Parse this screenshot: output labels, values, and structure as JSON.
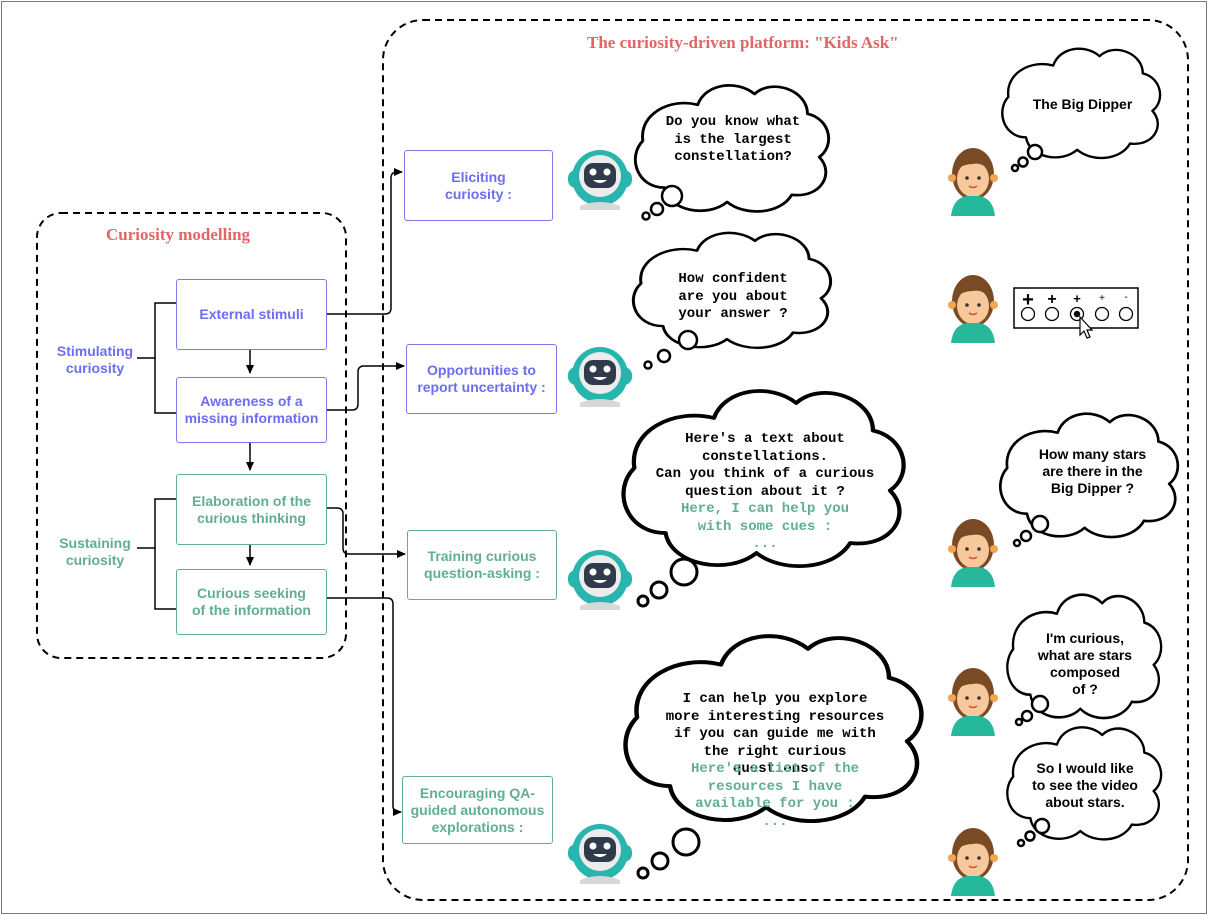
{
  "platform": {
    "title": "The curiosity-driven platform: \"Kids Ask\""
  },
  "modelling": {
    "title": "Curiosity modelling",
    "stimulating_label": "Stimulating\ncuriosity",
    "sustaining_label": "Sustaining\ncuriosity",
    "boxes": {
      "external_stimuli": "External stimuli",
      "awareness": "Awareness of a\nmissing information",
      "elaboration": "Elaboration of the\ncurious thinking",
      "seeking": "Curious seeking\nof the information"
    }
  },
  "stages": {
    "eliciting": "Eliciting\ncuriosity :",
    "uncertainty": "Opportunities to\nreport uncertainty :",
    "training": "Training curious\nquestion-asking :",
    "encouraging": "Encouraging QA-\nguided autonomous\nexplorations :"
  },
  "robot_bubbles": {
    "b1": "Do you know what\nis the largest\nconstellation?",
    "b2": "How confident\nare you about\nyour answer ?",
    "b3_main": "Here's a text about\nconstellations.\nCan you think of a curious\nquestion about it ?",
    "b3_cue": "Here, I can help you\nwith some cues :\n...",
    "b4_main": "I can help you explore\nmore interesting resources\nif you can guide me with\nthe right curious questions.",
    "b4_cue": "Here's a list of the\nresources I have\navailable for you :\n..."
  },
  "child_bubbles": {
    "c1": "The Big Dipper",
    "c3": "How many stars\nare there in the\nBig Dipper ?",
    "c4": "I'm curious,\nwhat are stars\ncomposed\nof ?",
    "c5": "So I would like\nto see the video\nabout stars."
  },
  "confidence_scale": {
    "labels": [
      "+",
      "+",
      "+",
      "+",
      "-"
    ],
    "selected_index": 2
  },
  "colors": {
    "title_red": "#e06666",
    "blue": "#6d6df2",
    "green": "#61ad95",
    "robot_teal": "#27b5ad",
    "child_shirt": "#25b89a"
  }
}
